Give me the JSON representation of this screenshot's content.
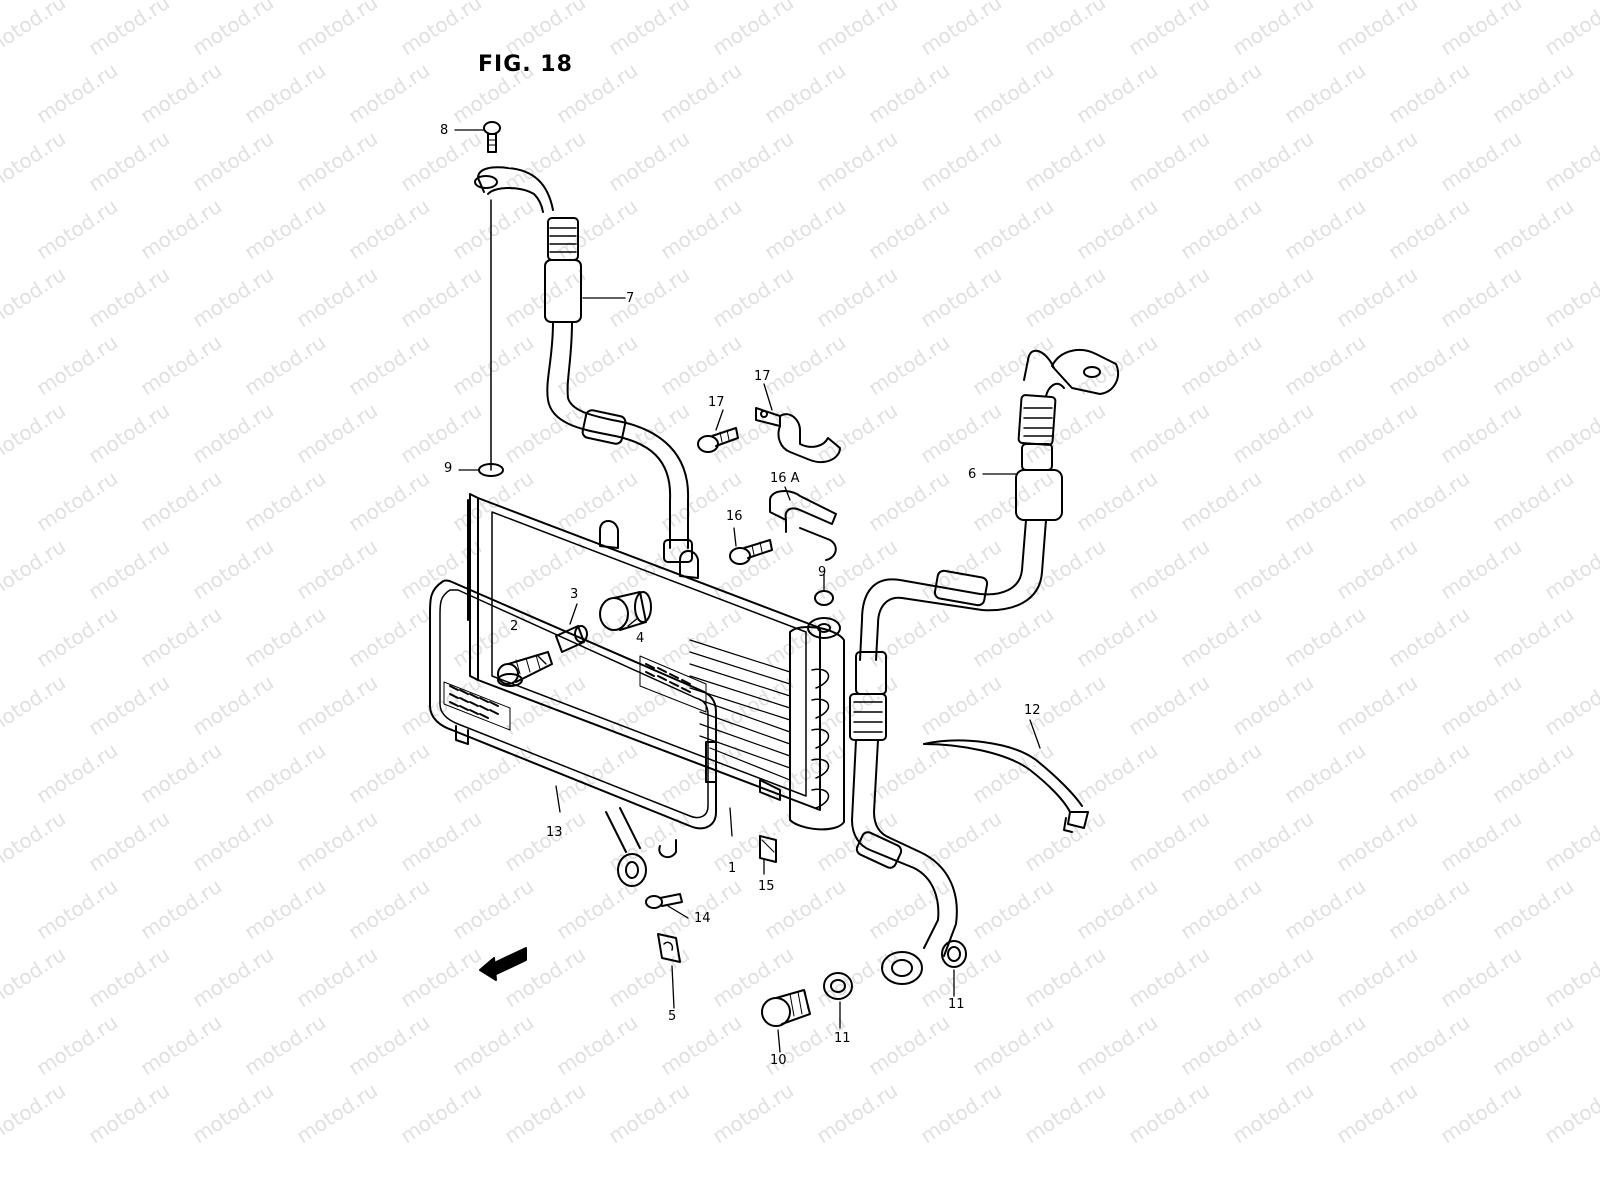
{
  "title": "FIG. 18",
  "watermark": "motod.ru",
  "fwd_label": "FWD",
  "callouts": [
    "1",
    "2",
    "3",
    "4",
    "5",
    "6",
    "7",
    "8",
    "9",
    "9",
    "10",
    "11",
    "11",
    "12",
    "13",
    "14",
    "15",
    "16",
    "16 A",
    "17",
    "17"
  ],
  "colors": {
    "line": "#000000",
    "watermark": "#e0e0e0",
    "background": "#ffffff"
  }
}
